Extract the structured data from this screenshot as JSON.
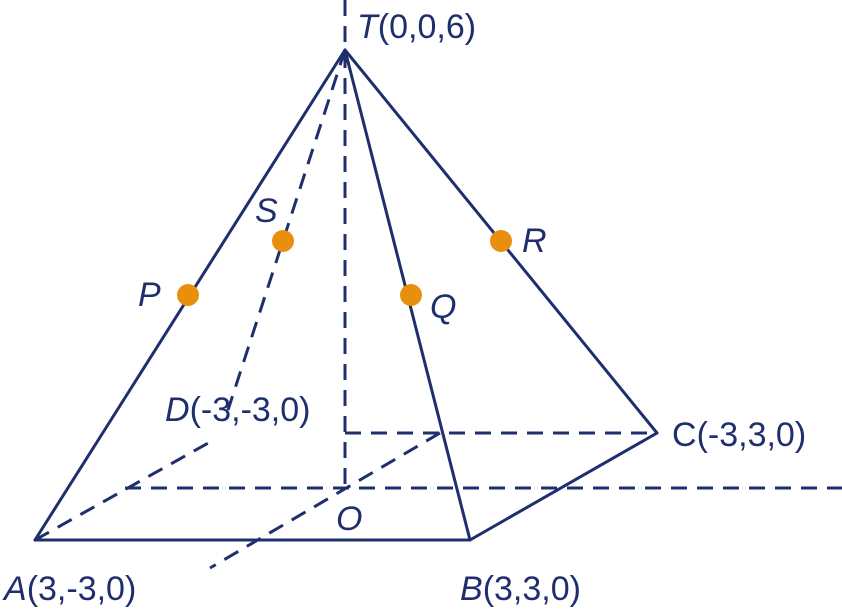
{
  "labels": {
    "T_name": "T",
    "T_coords": "(0,0,6)",
    "A_name": "A",
    "A_coords": "(3,-3,0)",
    "B_name": "B",
    "B_coords": "(3,3,0)",
    "C_name": "C",
    "C_coords": "(-3,3,0)",
    "D_name": "D",
    "D_coords": "(-3,-3,0)",
    "O": "O",
    "P": "P",
    "Q": "Q",
    "R": "R",
    "S": "S"
  },
  "colors": {
    "line": "#1f2f6e",
    "point": "#e8900e"
  }
}
